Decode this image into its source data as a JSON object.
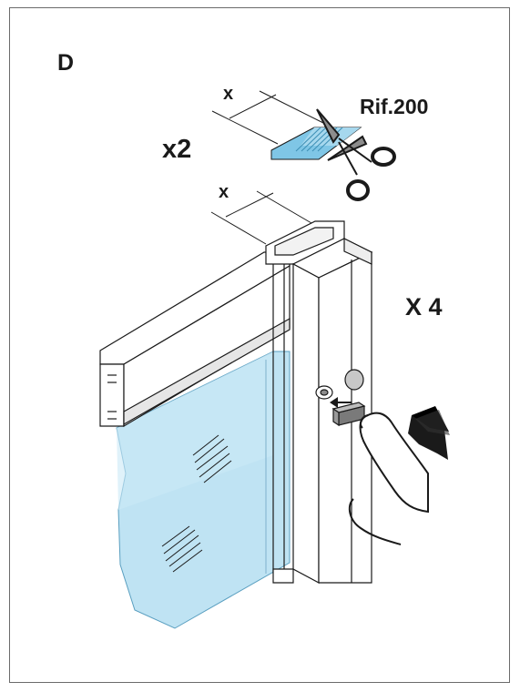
{
  "labels": {
    "step": "D",
    "cut_quantity": "x2",
    "reference": "Rif.200",
    "dimension_top": "x",
    "dimension_profile": "x",
    "repeat_count": "X 4"
  },
  "colors": {
    "glass": "#bfe3f3",
    "glass_edge": "#5a9fc0",
    "line": "#1a1a1a",
    "gasket": "#7fc6e6",
    "gasket_dark": "#3d8fb5",
    "frame_border": "#6b6b6b"
  },
  "icons": [
    "scissors-icon",
    "push-arrow-icon",
    "finger-icon"
  ]
}
